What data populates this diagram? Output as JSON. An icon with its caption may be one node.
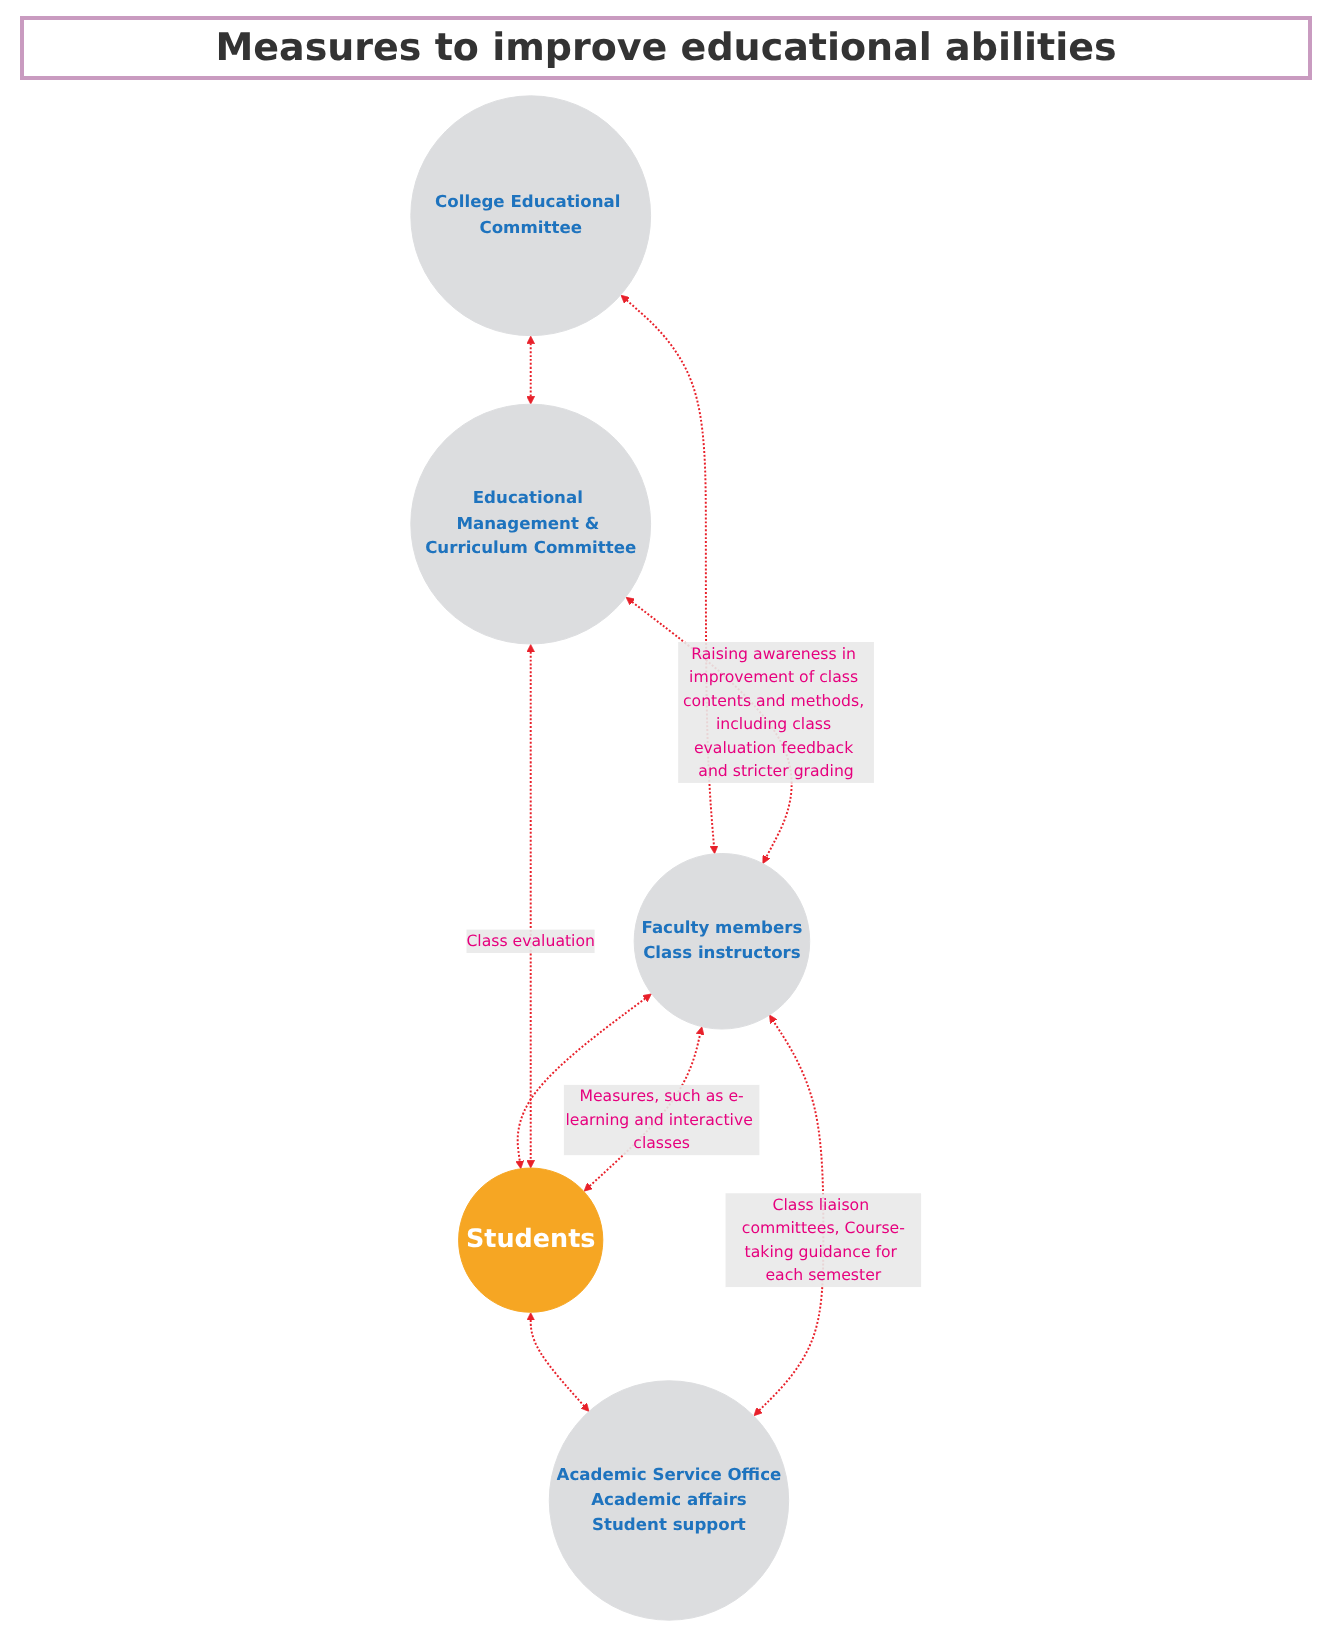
{
  "diagram": {
    "title": "Measures to improve educational abilities",
    "nodes": [
      {
        "text": [
          "College Educational Committee"
        ]
      },
      {
        "text": [
          "Educational Management & Curriculum Committee"
        ]
      },
      {
        "text": [
          "Faculty members",
          "Class instructors"
        ]
      },
      {
        "text": [
          "Students"
        ]
      },
      {
        "text": [
          "Academic Service Office",
          "Academic affairs",
          "Student support"
        ]
      }
    ],
    "edges": [
      {
        "from": 0,
        "to": 1,
        "arrow": "both",
        "style": "dashed"
      },
      {
        "from": 0,
        "to": 2,
        "arrow": "both",
        "style": "dashed"
      },
      {
        "from": 1,
        "to": 2,
        "arrow": "both",
        "style": "dashed",
        "label": "Raising awareness in improvement of class contents and methods, including class evaluation feedback and stricter grading"
      },
      {
        "from": 2,
        "to": 3,
        "arrow": "both",
        "style": "dashed"
      },
      {
        "from": 3,
        "to": 2,
        "arrow": "both",
        "style": "dashed",
        "label": "Measures, such as e-learning and interactive classes"
      },
      {
        "from": 1,
        "to": 3,
        "arrow": "both",
        "style": "dashed",
        "label": "Class evaluation"
      },
      {
        "from": 3,
        "to": 4,
        "arrow": "both",
        "style": "dashed"
      },
      {
        "from": 4,
        "to": 2,
        "arrow": "both",
        "style": "dashed",
        "label": "Class liaison committees, Course-taking guidance for each semester"
      }
    ]
  }
}
